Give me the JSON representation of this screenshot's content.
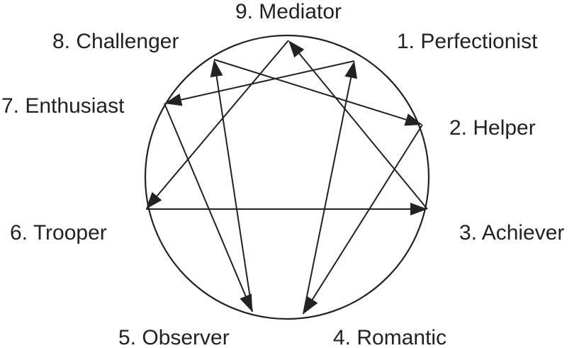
{
  "nodes": [
    {
      "id": "9",
      "label": "9. Mediator"
    },
    {
      "id": "1",
      "label": "1. Perfectionist"
    },
    {
      "id": "2",
      "label": "2. Helper"
    },
    {
      "id": "3",
      "label": "3. Achiever"
    },
    {
      "id": "4",
      "label": "4. Romantic"
    },
    {
      "id": "5",
      "label": "5. Observer"
    },
    {
      "id": "6",
      "label": "6. Trooper"
    },
    {
      "id": "7",
      "label": "7. Enthusiast"
    },
    {
      "id": "8",
      "label": "8. Challenger"
    }
  ],
  "edges": [
    {
      "from": "1",
      "to": "7"
    },
    {
      "from": "7",
      "to": "5"
    },
    {
      "from": "5",
      "to": "8"
    },
    {
      "from": "8",
      "to": "2"
    },
    {
      "from": "2",
      "to": "4"
    },
    {
      "from": "4",
      "to": "1"
    },
    {
      "from": "3",
      "to": "9"
    },
    {
      "from": "9",
      "to": "6"
    },
    {
      "from": "6",
      "to": "3"
    }
  ],
  "colors": {
    "stroke": "#222222",
    "background": "#ffffff"
  }
}
